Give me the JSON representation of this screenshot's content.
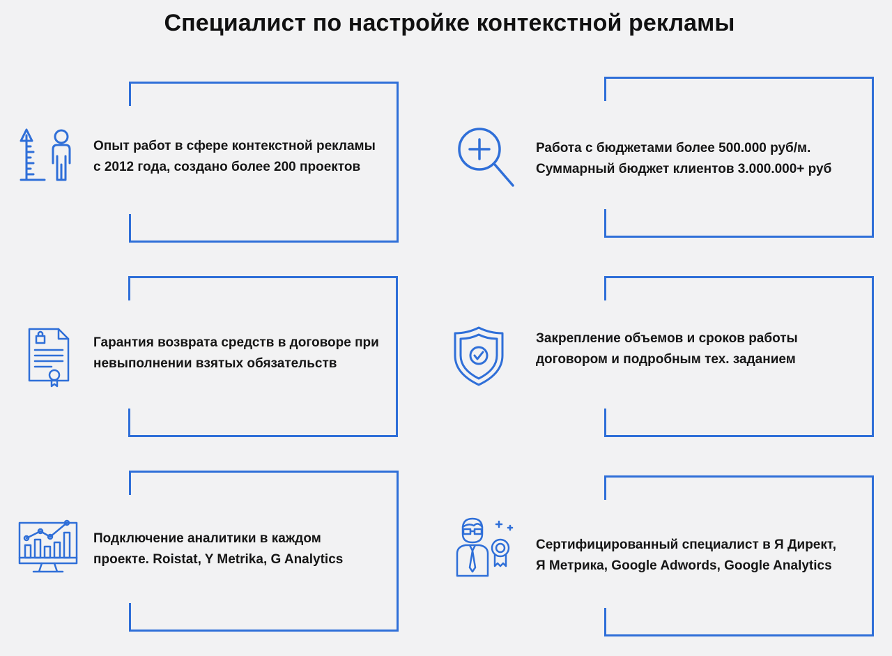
{
  "page": {
    "title": "Специалист по настройке контекстной рекламы"
  },
  "theme": {
    "accent": "#2f6fd8",
    "background": "#f2f2f3",
    "text": "#151515"
  },
  "features": [
    {
      "icon": "height-growth-icon",
      "line1": "Опыт работ в сфере контекстной рекламы",
      "line2": "с 2012 года, создано более 200 проектов"
    },
    {
      "icon": "magnifier-plus-icon",
      "line1": "Работа с бюджетами более 500.000 руб/м.",
      "line2": "Суммарный бюджет клиентов 3.000.000+ руб"
    },
    {
      "icon": "contract-document-icon",
      "line1": "Гарантия возврата средств в договоре при",
      "line2": "невыполнении взятых обязательств"
    },
    {
      "icon": "shield-check-icon",
      "line1": "Закрепление объемов и сроков работы",
      "line2": "договором и подробным тех. заданием"
    },
    {
      "icon": "analytics-monitor-icon",
      "line1": "Подключение аналитики в каждом",
      "line2": "проекте. Roistat, Y Metrika, G Analytics"
    },
    {
      "icon": "certified-specialist-icon",
      "line1": "Сертифицированный специалист в Я Директ,",
      "line2": "Я Метрика, Google Adwords, Google Analytics"
    }
  ]
}
